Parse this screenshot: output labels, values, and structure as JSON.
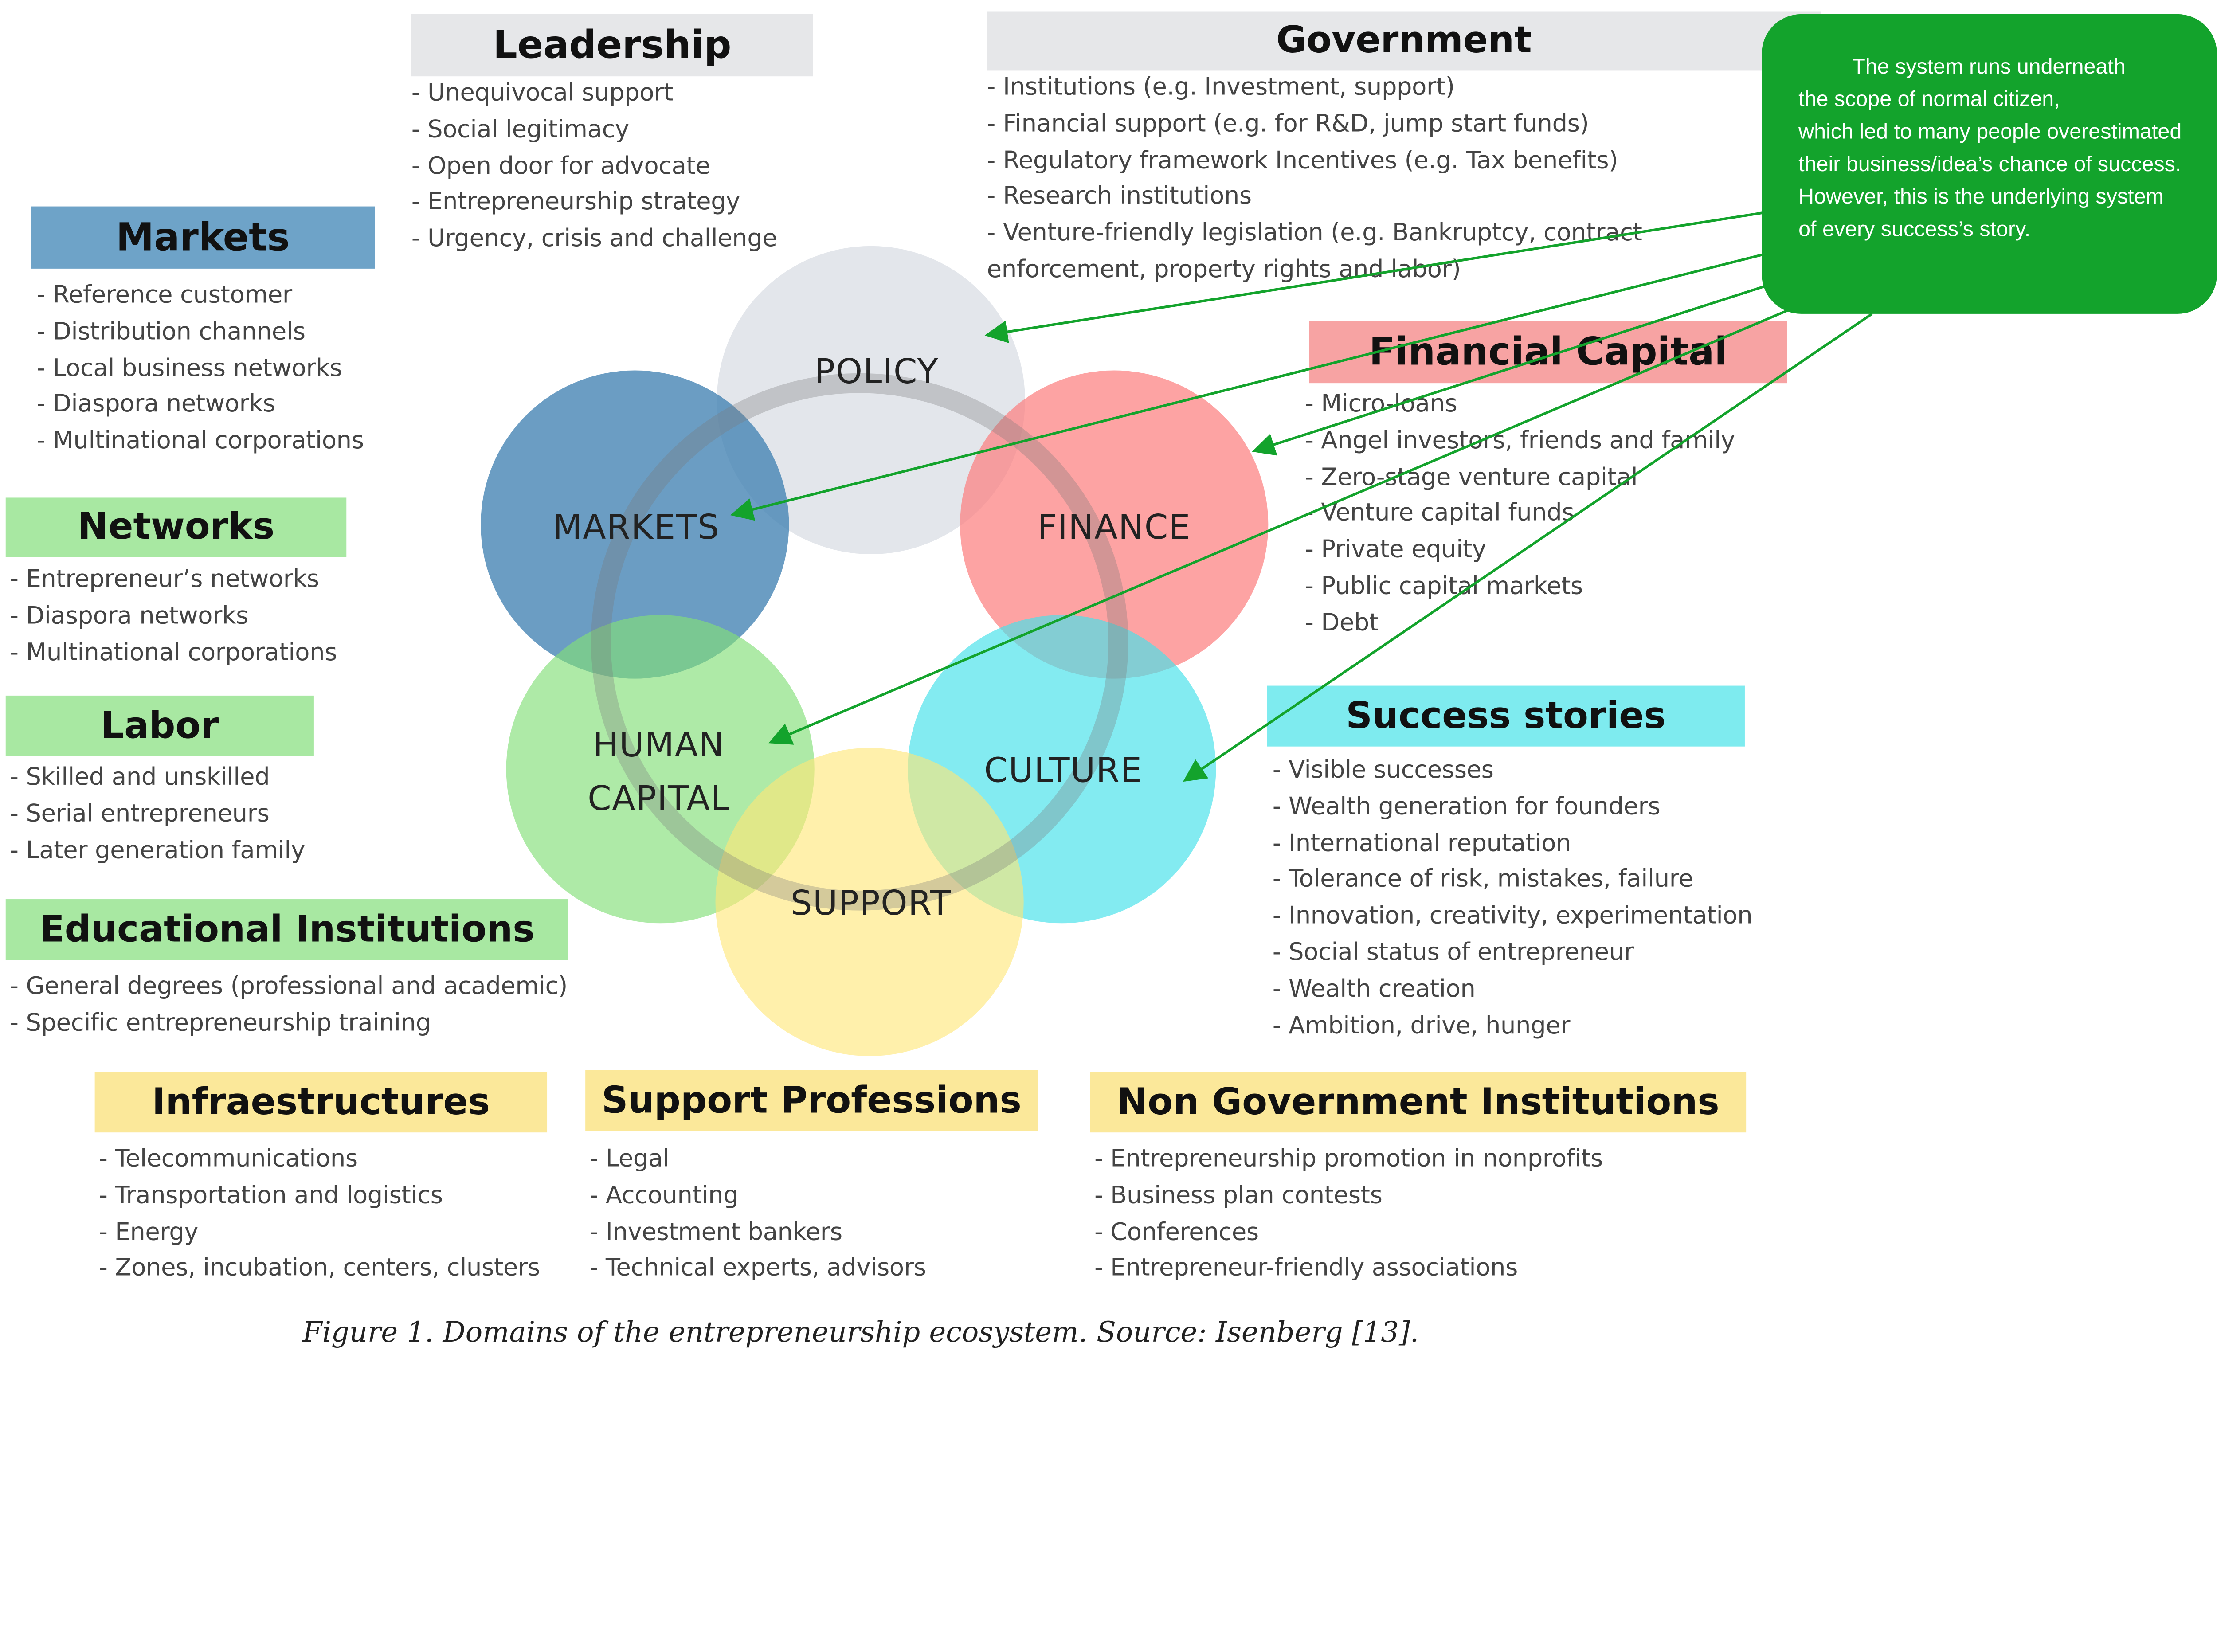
{
  "circles": {
    "policy": "POLICY",
    "markets": "MARKETS",
    "finance": "FINANCE",
    "human_line1": "HUMAN",
    "human_line2": "CAPITAL",
    "culture": "CULTURE",
    "support": "SUPPORT"
  },
  "leadership": {
    "title": "Leadership",
    "items": [
      "Unequivocal support",
      "Social legitimacy",
      "Open door for advocate",
      "Entrepreneurship strategy",
      "Urgency, crisis and challenge"
    ]
  },
  "government": {
    "title": "Government",
    "items": [
      "Institutions (e.g. Investment, support)",
      "Financial support (e.g. for R&D, jump start funds)",
      "Regulatory framework Incentives (e.g. Tax benefits)",
      "Research institutions",
      "Venture-friendly legislation (e.g. Bankruptcy, contract"
    ],
    "continuation": "enforcement, property rights and labor)"
  },
  "markets": {
    "title": "Markets",
    "items": [
      "Reference customer",
      "Distribution channels",
      "Local business networks",
      "Diaspora networks",
      "Multinational corporations"
    ]
  },
  "networks": {
    "title": "Networks",
    "items": [
      "Entrepreneur’s networks",
      "Diaspora networks",
      "Multinational corporations"
    ]
  },
  "labor": {
    "title": "Labor",
    "items": [
      "Skilled and unskilled",
      "Serial entrepreneurs",
      "Later generation family"
    ]
  },
  "education": {
    "title": "Educational Institutions",
    "items": [
      "General degrees (professional and academic)",
      "Specific entrepreneurship training"
    ]
  },
  "financial": {
    "title": "Financial Capital",
    "items": [
      "Micro-loans",
      "Angel investors, friends and family",
      "Zero-stage venture capital",
      "Venture capital funds",
      "Private equity",
      "Public capital markets",
      "Debt"
    ]
  },
  "success": {
    "title": "Success stories",
    "items": [
      "Visible successes",
      "Wealth generation for founders",
      "International reputation",
      "Tolerance of risk, mistakes, failure",
      "Innovation, creativity, experimentation",
      "Social status of entrepreneur",
      "Wealth creation",
      "Ambition, drive, hunger"
    ]
  },
  "infra": {
    "title": "Infraestructures",
    "items": [
      "Telecommunications",
      "Transportation and logistics",
      "Energy",
      "Zones, incubation, centers, clusters"
    ]
  },
  "professions": {
    "title": "Support Professions",
    "items": [
      "Legal",
      "Accounting",
      "Investment bankers",
      "Technical experts, advisors"
    ]
  },
  "ngo": {
    "title": "Non Government Institutions",
    "items": [
      "Entrepreneurship promotion in nonprofits",
      "Business plan contests",
      "Conferences",
      "Entrepreneur-friendly associations"
    ]
  },
  "note": {
    "line1": "The system runs underneath",
    "line2": "the scope of normal citizen,",
    "line3": "which led to many people overestimated",
    "line4": "their business/idea’s chance of success.",
    "line5": "However, this is the underlying system",
    "line6": "of every success’s story."
  },
  "caption": "Figure 1. Domains of the entrepreneurship ecosystem. Source: Isenberg [13]."
}
